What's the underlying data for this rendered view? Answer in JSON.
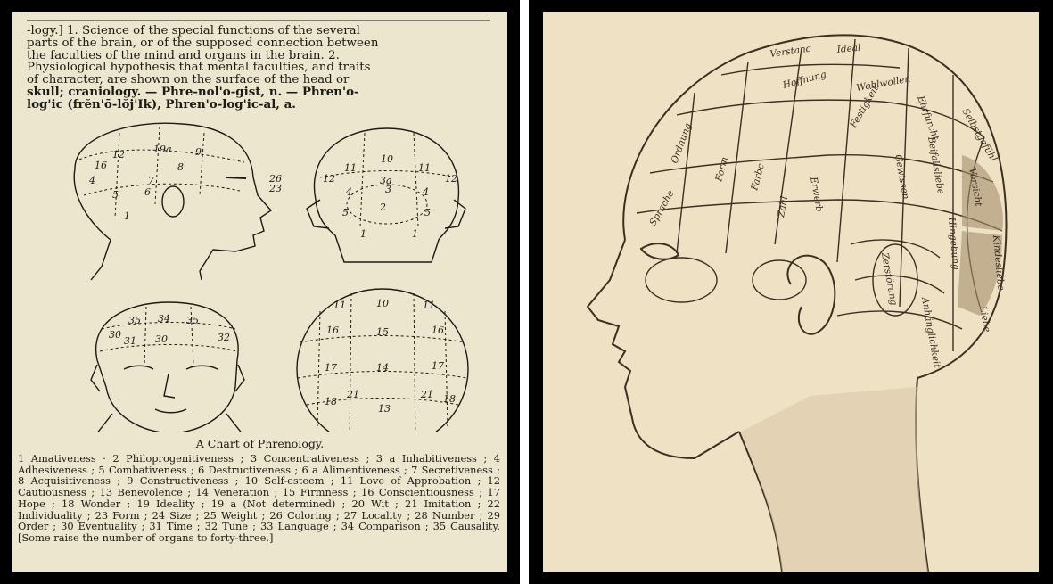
{
  "left_panel": {
    "definition_line1": "-logy.] 1. Science of the special functions of the several",
    "definition_line2": "parts of the brain, or of the supposed connection between",
    "definition_line3": "the faculties of the mind and organs in the brain. 2.",
    "definition_line4": "Physiological hypothesis that mental faculties, and traits",
    "definition_line5": "of character, are shown on the surface of the head or",
    "definition_line6": "skull; craniology. — Phre-nol'o-gist, n. — Phren'o-",
    "definition_line7": "log'ic (frĕn'ō-lŏj'Ik), Phren'o-log'ic-al, a.",
    "figure_caption": "A Chart of Phrenology.",
    "legend_text": "1 Amativeness · 2 Philoprogenitiveness ; 3 Concentrativeness ; 3 a Inhabitiveness ; 4 Adhesiveness ; 5 Combativeness ; 6 Destructiveness ; 6 a Alimentiveness ; 7 Secretiveness ; 8 Acquisitiveness ; 9 Constructiveness ; 10 Self-esteem ; 11 Love of Approbation ; 12 Cautiousness ; 13 Benevolence ; 14 Veneration ; 15 Firmness ; 16 Conscientiousness ; 17 Hope ; 18 Wonder ; 19 Ideality ; 19 a (Not determined) ; 20 Wit ; 21 Imitation ; 22 Individuality ; 23 Form ; 24 Size ; 25 Weight ; 26 Coloring ; 27 Locality ; 28 Number ; 29 Order ; 30 Eventuality ; 31 Time ; 32 Tune ; 33 Language ; 34 Comparison ; 35 Causality. [Some raise the number of organs to forty-three.]",
    "profile_numbers": [
      "12",
      "16",
      "19a",
      "9",
      "8",
      "7",
      "4",
      "5",
      "6",
      "1",
      "26",
      "23"
    ],
    "back_numbers": [
      "10",
      "11",
      "11",
      "12",
      "12",
      "3a",
      "3",
      "2",
      "4",
      "4",
      "5",
      "5",
      "1",
      "1"
    ],
    "front_numbers": [
      "35",
      "34",
      "35",
      "30",
      "31",
      "32",
      "30"
    ],
    "top_numbers": [
      "10",
      "11",
      "11",
      "16",
      "15",
      "16",
      "17",
      "14",
      "17",
      "21",
      "21",
      "18",
      "13",
      "18"
    ]
  },
  "right_panel": {
    "zone_labels": [
      "Verstand",
      "Ideal",
      "Hoffnung",
      "Wohlwollen",
      "Ehrfurcht",
      "Festigkeit",
      "Selbstgefühl",
      "Beifallsliebe",
      "Vorsicht",
      "Gewissen",
      "Liebe",
      "Kindesliebe",
      "Hingebung",
      "Anhänglichkeit",
      "Zerstörung",
      "Erwerb",
      "Form",
      "Farbe",
      "Ordnung",
      "Zahl",
      "Sprache"
    ]
  },
  "colors": {
    "frame": "#000000",
    "left_paper": "#ece6cf",
    "right_paper": "#efe1c4",
    "ink": "#1c1a15",
    "right_ink": "#3a2f22"
  }
}
